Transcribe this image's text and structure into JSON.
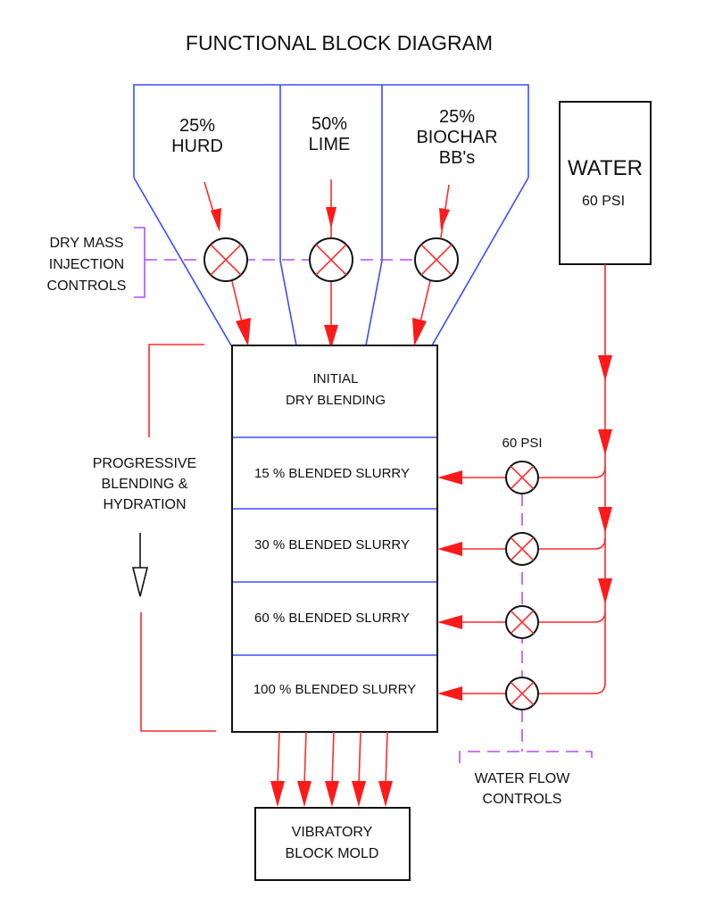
{
  "title": "FUNCTIONAL BLOCK DIAGRAM",
  "colors": {
    "hopper_outline": "#3a4dff",
    "flow_arrows": "#ff1a1a",
    "control_lines": "#b44dff",
    "boxes": "#111111"
  },
  "hopper": {
    "bins": [
      {
        "lines": [
          "25%",
          "HURD"
        ]
      },
      {
        "lines": [
          "50%",
          "LIME"
        ]
      },
      {
        "lines": [
          "25%",
          "BIOCHAR",
          "BB's"
        ]
      }
    ]
  },
  "dry_mass_controls": {
    "lines": [
      "DRY MASS",
      "INJECTION",
      "CONTROLS"
    ]
  },
  "water_source": {
    "label": "WATER",
    "pressure": "60 PSI"
  },
  "water_valve_pressure": "60 PSI",
  "blender": {
    "stages": [
      {
        "lines": [
          "INITIAL",
          "DRY BLENDING"
        ]
      },
      {
        "lines": [
          "15 % BLENDED SLURRY"
        ]
      },
      {
        "lines": [
          "30 % BLENDED SLURRY"
        ]
      },
      {
        "lines": [
          "60 % BLENDED SLURRY"
        ]
      },
      {
        "lines": [
          "100 % BLENDED SLURRY"
        ]
      }
    ]
  },
  "progressive_label": {
    "lines": [
      "PROGRESSIVE",
      "BLENDING &",
      "HYDRATION"
    ]
  },
  "water_flow_controls": {
    "lines": [
      "WATER FLOW",
      "CONTROLS"
    ]
  },
  "mold": {
    "lines": [
      "VIBRATORY",
      "BLOCK MOLD"
    ]
  }
}
